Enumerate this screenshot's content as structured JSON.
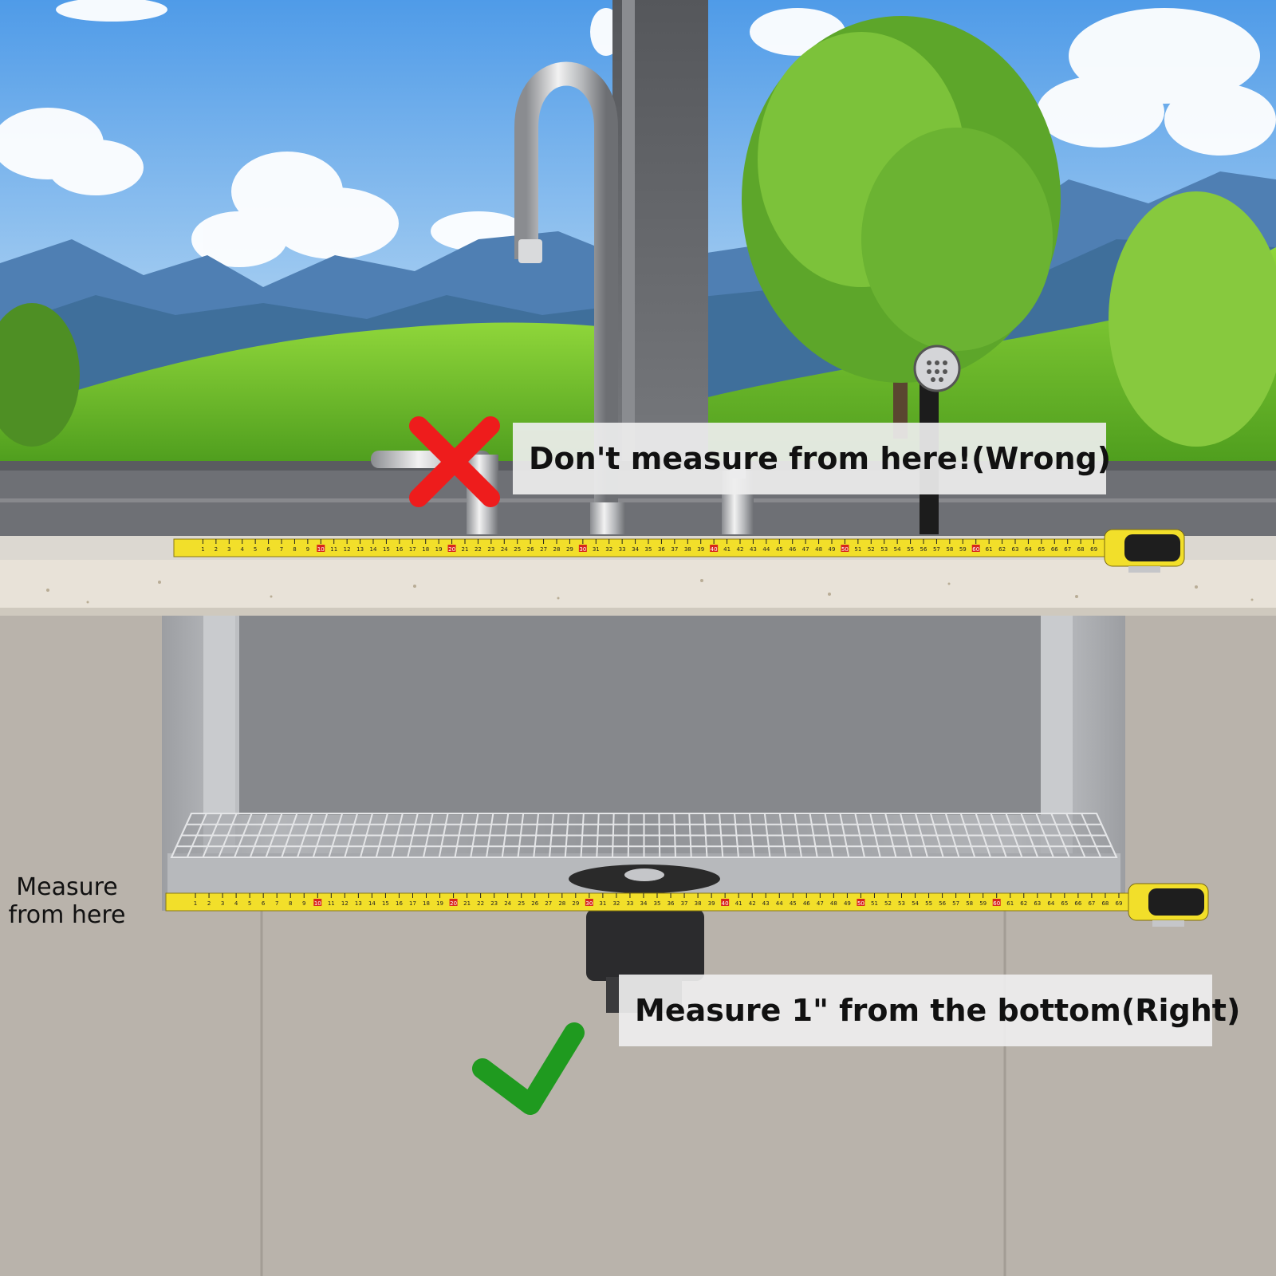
{
  "callouts": {
    "wrong": "Don't measure from here!(Wrong)",
    "right": "Measure 1\" from the bottom(Right)",
    "side_line1": "Measure",
    "side_line2": "from here"
  },
  "tape": {
    "max_inches": 70,
    "highlight_every": 10,
    "tape_color": "#f2df2a",
    "highlight_color": "#d8261c"
  },
  "colors": {
    "wrong_mark": "#ee1c1c",
    "right_mark": "#1f9a1f",
    "countertop": "#e8e2d8",
    "cabinet": "#b9b3ab"
  },
  "icons": {
    "wrong": "x-mark-icon",
    "right": "check-mark-icon"
  }
}
